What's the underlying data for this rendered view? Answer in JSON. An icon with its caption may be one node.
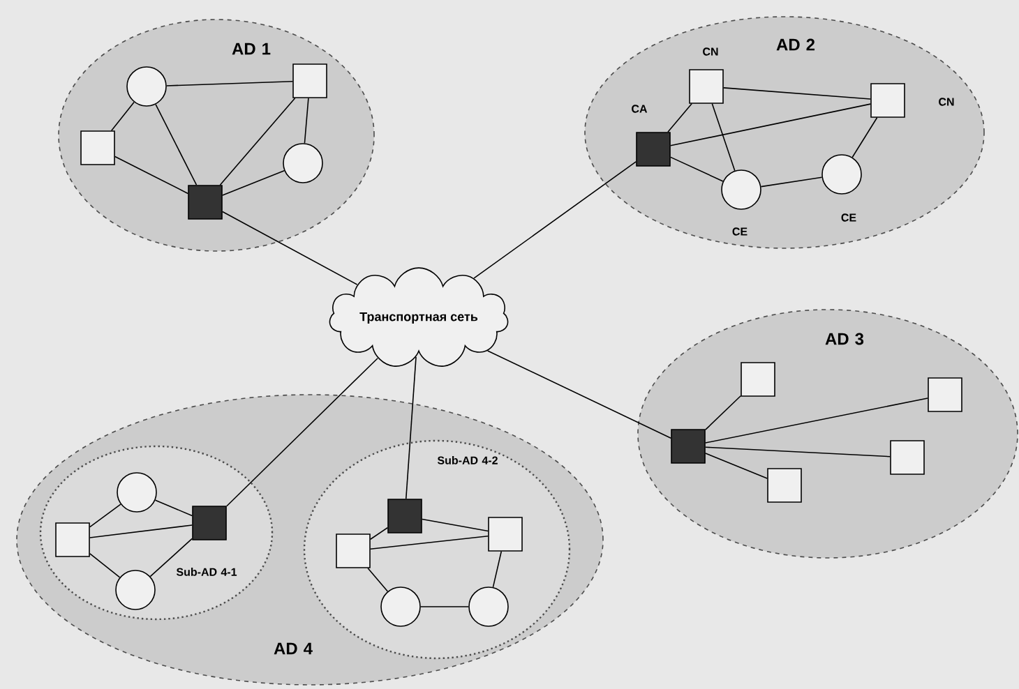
{
  "diagram": {
    "nodes": [
      {
        "text": [
          "AD 1"
        ]
      },
      {
        "text": [],
        "shape": "circle",
        "in": 0
      },
      {
        "text": [],
        "shape": "box",
        "in": 0
      },
      {
        "text": [],
        "shape": "box",
        "in": 0
      },
      {
        "text": [],
        "shape": "circle",
        "in": 0
      },
      {
        "text": [],
        "shape": "box",
        "in": 0
      },
      {
        "text": [
          "AD 2"
        ]
      },
      {
        "text": [],
        "shape": "box",
        "beside": [
          "CA"
        ],
        "in": 6
      },
      {
        "text": [],
        "shape": "box",
        "beside": [
          "CN"
        ],
        "in": 6
      },
      {
        "text": [],
        "shape": "box",
        "beside": [
          "CN"
        ],
        "in": 6
      },
      {
        "text": [],
        "shape": "circle",
        "beside": [
          "CE"
        ],
        "in": 6
      },
      {
        "text": [],
        "shape": "circle",
        "beside": [
          "CE"
        ],
        "in": 6
      },
      {
        "text": [
          "Транспортная сеть"
        ]
      },
      {
        "text": [
          "AD 3"
        ]
      },
      {
        "text": [],
        "shape": "box",
        "in": 13
      },
      {
        "text": [],
        "shape": "box",
        "in": 13
      },
      {
        "text": [],
        "shape": "box",
        "in": 13
      },
      {
        "text": [],
        "shape": "box",
        "in": 13
      },
      {
        "text": [],
        "shape": "box",
        "in": 13
      },
      {
        "text": [
          "AD 4"
        ]
      },
      {
        "text": [
          "Sub-AD 4-1"
        ],
        "in": 19
      },
      {
        "text": [],
        "shape": "circle",
        "in": 20
      },
      {
        "text": [],
        "shape": "box",
        "in": 20
      },
      {
        "text": [],
        "shape": "circle",
        "in": 20
      },
      {
        "text": [],
        "shape": "box",
        "in": 20
      },
      {
        "text": [
          "Sub-AD 4-2"
        ],
        "in": 19
      },
      {
        "text": [],
        "shape": "box",
        "in": 25
      },
      {
        "text": [],
        "shape": "box",
        "in": 25
      },
      {
        "text": [],
        "shape": "box",
        "in": 25
      },
      {
        "text": [],
        "shape": "circle",
        "in": 25
      },
      {
        "text": [],
        "shape": "circle",
        "in": 25
      }
    ],
    "edges": [
      {
        "from": 1,
        "to": 2,
        "arrow": "none"
      },
      {
        "from": 1,
        "to": 3,
        "arrow": "none"
      },
      {
        "from": 1,
        "to": 5,
        "arrow": "none"
      },
      {
        "from": 3,
        "to": 5,
        "arrow": "none"
      },
      {
        "from": 2,
        "to": 5,
        "arrow": "none"
      },
      {
        "from": 2,
        "to": 4,
        "arrow": "none"
      },
      {
        "from": 4,
        "to": 5,
        "arrow": "none"
      },
      {
        "from": 5,
        "to": 12,
        "arrow": "none"
      },
      {
        "from": 7,
        "to": 8,
        "arrow": "none"
      },
      {
        "from": 7,
        "to": 9,
        "arrow": "none"
      },
      {
        "from": 7,
        "to": 10,
        "arrow": "none"
      },
      {
        "from": 8,
        "to": 9,
        "arrow": "none"
      },
      {
        "from": 8,
        "to": 10,
        "arrow": "none"
      },
      {
        "from": 10,
        "to": 11,
        "arrow": "none"
      },
      {
        "from": 11,
        "to": 9,
        "arrow": "none"
      },
      {
        "from": 7,
        "to": 12,
        "arrow": "none"
      },
      {
        "from": 12,
        "to": 14,
        "arrow": "none"
      },
      {
        "from": 14,
        "to": 15,
        "arrow": "none"
      },
      {
        "from": 14,
        "to": 16,
        "arrow": "none"
      },
      {
        "from": 14,
        "to": 17,
        "arrow": "none"
      },
      {
        "from": 14,
        "to": 18,
        "arrow": "none"
      },
      {
        "from": 22,
        "to": 21,
        "arrow": "none"
      },
      {
        "from": 22,
        "to": 23,
        "arrow": "none"
      },
      {
        "from": 22,
        "to": 24,
        "arrow": "none"
      },
      {
        "from": 21,
        "to": 24,
        "arrow": "none"
      },
      {
        "from": 23,
        "to": 24,
        "arrow": "none"
      },
      {
        "from": 24,
        "to": 12,
        "arrow": "none"
      },
      {
        "from": 26,
        "to": 12,
        "arrow": "none"
      },
      {
        "from": 26,
        "to": 27,
        "arrow": "none"
      },
      {
        "from": 26,
        "to": 28,
        "arrow": "none"
      },
      {
        "from": 27,
        "to": 28,
        "arrow": "none"
      },
      {
        "from": 27,
        "to": 29,
        "arrow": "none"
      },
      {
        "from": 29,
        "to": 30,
        "arrow": "none"
      },
      {
        "from": 30,
        "to": 28,
        "arrow": "none"
      }
    ]
  }
}
